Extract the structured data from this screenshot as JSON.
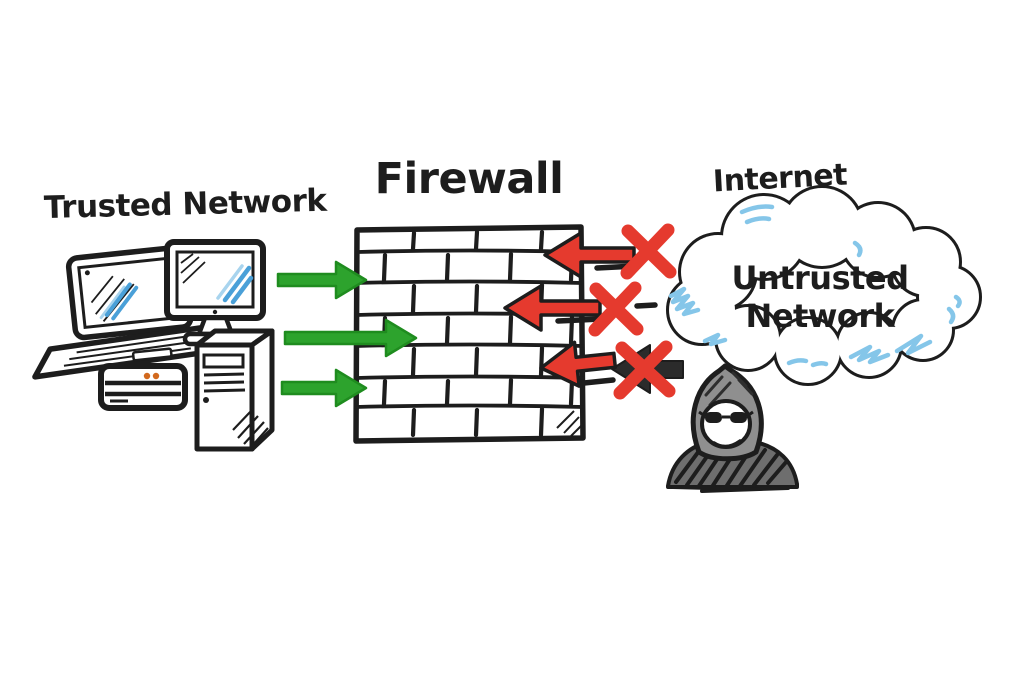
{
  "labels": {
    "trusted_network": "Trusted Network",
    "firewall": "Firewall",
    "internet": "Internet",
    "untrusted_network": "Untrusted Network"
  },
  "colors": {
    "background": "#ffffff",
    "outline": "#1d1d1d",
    "allowed_green": "#2da32d",
    "blocked_red": "#e53a2e",
    "cloud_blue": "#85c6e9",
    "screen_blue": "#4aa0d8",
    "hood_gray": "#8f8f8f",
    "body_gray": "#6e6e6e",
    "black_arrow": "#2b2b2b",
    "led_orange": "#d2691e"
  },
  "semantics": {
    "allowed_connections": 3,
    "blocked_connections": 3
  }
}
